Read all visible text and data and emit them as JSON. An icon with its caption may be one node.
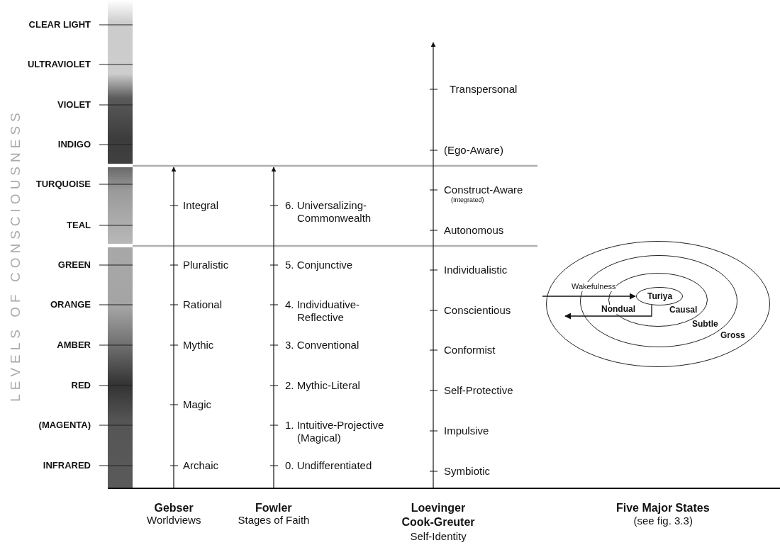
{
  "diagram": {
    "nodes": [
      {
        "text": [
          "Gross"
        ]
      },
      {
        "text": [
          "Subtle"
        ],
        "in": 0
      },
      {
        "text": [
          "Causal"
        ],
        "in": 1
      },
      {
        "text": [
          "Turiya"
        ],
        "in": 2
      }
    ],
    "edges": [
      {
        "from": null,
        "to": 3,
        "arrow": "to",
        "label": "Wakefulness"
      },
      {
        "from": 3,
        "to": null,
        "arrow": "to",
        "label": "Nondual"
      }
    ],
    "labels": [
      "LEVELS OF CONSCIOUSNESS",
      "CLEAR LIGHT",
      "ULTRAVIOLET",
      "VIOLET",
      "INDIGO",
      "TURQUOISE",
      "TEAL",
      "GREEN",
      "ORANGE",
      "AMBER",
      "RED",
      "(MAGENTA)",
      "INFRARED",
      "Integral",
      "Pluralistic",
      "Rational",
      "Mythic",
      "Magic",
      "Archaic",
      "6. Universalizing-Commonwealth",
      "5. Conjunctive",
      "4. Individuative-Reflective",
      "3. Conventional",
      "2. Mythic-Literal",
      "1. Intuitive-Projective (Magical)",
      "0. Undifferentiated",
      "Transpersonal",
      "(Ego-Aware)",
      "Construct-Aware",
      "(Integrated)",
      "Autonomous",
      "Individualistic",
      "Conscientious",
      "Conformist",
      "Self-Protective",
      "Impulsive",
      "Symbiotic",
      "Gebser",
      "Worldviews",
      "Fowler",
      "Stages of Faith",
      "Loevinger Cook-Greuter",
      "Self-Identity",
      "Five Major States",
      "(see fig. 3.3)"
    ]
  }
}
